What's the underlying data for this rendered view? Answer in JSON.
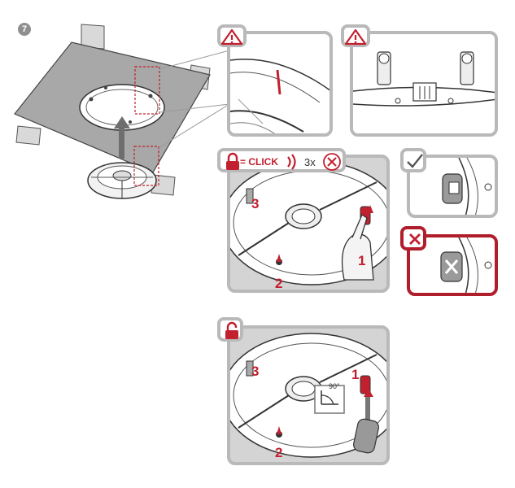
{
  "step": {
    "number": "7"
  },
  "lock_panel": {
    "click_label": "= CLICK",
    "repeat_label": "3x",
    "callouts": [
      "1",
      "2",
      "3"
    ]
  },
  "unlock_panel": {
    "callouts": [
      "1",
      "2",
      "3"
    ],
    "angle_label": "90°"
  },
  "colors": {
    "accent_red": "#c1202f",
    "frame_grey": "#b9b9b9",
    "panel_grey": "#d4d4d4"
  },
  "icons": [
    "warning-icon",
    "padlock-closed-icon",
    "padlock-open-icon",
    "sound-click-icon",
    "check-icon",
    "cross-icon",
    "rotate-90-icon"
  ]
}
